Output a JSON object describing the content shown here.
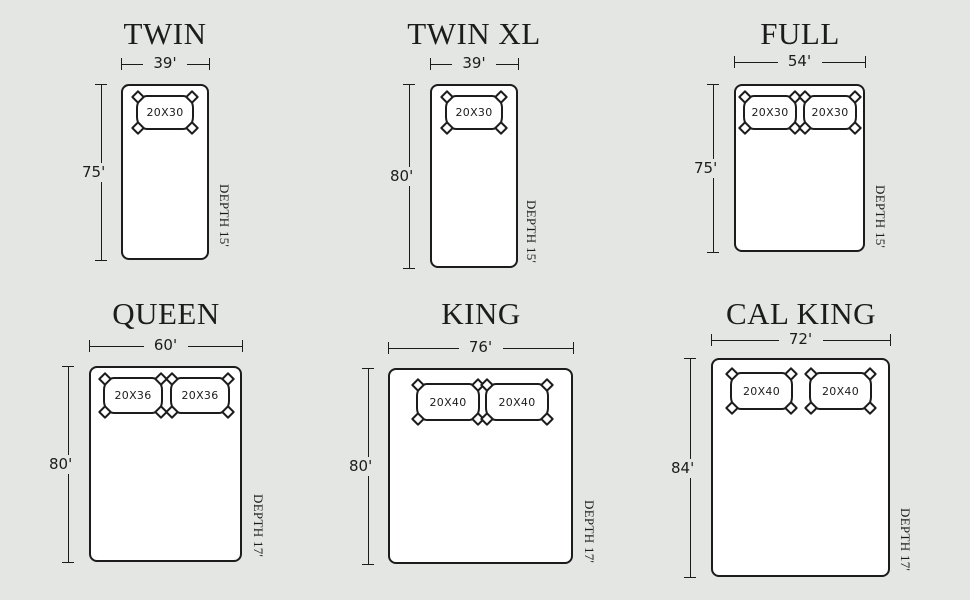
{
  "beds": [
    {
      "title": "TWIN",
      "width": "39'",
      "length": "75'",
      "depth": "DEPTH 15'",
      "pillows": [
        "20X30"
      ]
    },
    {
      "title": "TWIN XL",
      "width": "39'",
      "length": "80'",
      "depth": "DEPTH 15'",
      "pillows": [
        "20X30"
      ]
    },
    {
      "title": "FULL",
      "width": "54'",
      "length": "75'",
      "depth": "DEPTH 15'",
      "pillows": [
        "20X30",
        "20X30"
      ]
    },
    {
      "title": "QUEEN",
      "width": "60'",
      "length": "80'",
      "depth": "DEPTH 17'",
      "pillows": [
        "20X36",
        "20X36"
      ]
    },
    {
      "title": "KING",
      "width": "76'",
      "length": "80'",
      "depth": "DEPTH 17'",
      "pillows": [
        "20X40",
        "20X40"
      ]
    },
    {
      "title": "CAL KING",
      "width": "72'",
      "length": "84'",
      "depth": "DEPTH 17'",
      "pillows": [
        "20X40",
        "20X40"
      ]
    }
  ]
}
